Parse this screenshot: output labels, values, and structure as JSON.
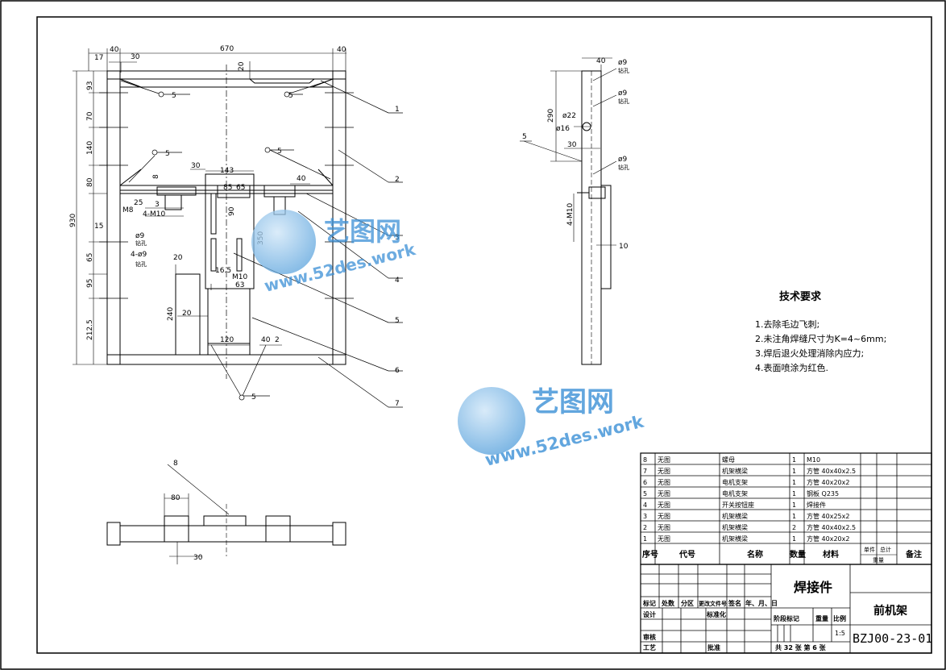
{
  "top_dims": {
    "d17": "17",
    "d40a": "40",
    "d30": "30",
    "d670": "670",
    "d40b": "40",
    "d20": "20"
  },
  "left_dims": {
    "d93": "93",
    "d70": "70",
    "d140": "140",
    "d80": "80",
    "d930": "930",
    "d15": "15",
    "d65": "65",
    "d95": "95",
    "d2125": "212.5"
  },
  "weld_symbols": [
    "5",
    "5",
    "5",
    "5",
    "5"
  ],
  "inner_dims": {
    "d143": "143",
    "d30": "30",
    "d40": "40",
    "d85": "85",
    "d65": "65",
    "d8": "8",
    "d3": "3",
    "d25": "25",
    "m8": "M8",
    "m10x4": "4-M10",
    "d90": "90",
    "d350": "350",
    "d165": "16.5",
    "m10": "M10",
    "d63": "63",
    "d20a": "20",
    "d20b": "20",
    "d240": "240",
    "d120": "120",
    "d40c": "40",
    "d2": "2",
    "hole9": "ø9",
    "hole9_note": "钻孔",
    "hole4x9": "4-ø9",
    "hole4x9_note": "钻孔"
  },
  "callouts": [
    "1",
    "2",
    "3",
    "4",
    "5",
    "6",
    "7",
    "8"
  ],
  "side_view": {
    "d40": "40",
    "h9a": "ø9",
    "h9a_note": "钻孔",
    "h9b": "ø9",
    "h9b_note": "钻孔",
    "d290": "290",
    "d22": "ø22",
    "d16": "ø16",
    "d30": "30",
    "h9c": "ø9",
    "h9c_note": "钻孔",
    "weld": "5",
    "m10": "4-M10",
    "d10": "10"
  },
  "bottom_view": {
    "d80": "80",
    "d30": "30",
    "callout": "8"
  },
  "tech_req": {
    "title": "技术要求",
    "items": [
      "1.去除毛边飞刺;",
      "2.未注角焊缝尺寸为K=4~6mm;",
      "3.焊后退火处理消除内应力;",
      "4.表面喷涂为红色."
    ]
  },
  "watermark": {
    "brand": "艺图网",
    "site": "www.52des.work"
  },
  "bom": {
    "rows": [
      {
        "no": "8",
        "code": "无图",
        "name": "螺母",
        "qty": "1",
        "material": "M10"
      },
      {
        "no": "7",
        "code": "无图",
        "name": "机架横梁",
        "qty": "1",
        "material": "方管 40x40x2.5"
      },
      {
        "no": "6",
        "code": "无图",
        "name": "电机支架",
        "qty": "1",
        "material": "方管 40x20x2"
      },
      {
        "no": "5",
        "code": "无图",
        "name": "电机支架",
        "qty": "1",
        "material": "钢板 Q235"
      },
      {
        "no": "4",
        "code": "无图",
        "name": "开关按钮座",
        "qty": "1",
        "material": "焊接件"
      },
      {
        "no": "3",
        "code": "无图",
        "name": "机架横梁",
        "qty": "1",
        "material": "方管 40x25x2"
      },
      {
        "no": "2",
        "code": "无图",
        "name": "机架横梁",
        "qty": "2",
        "material": "方管 40x40x2.5"
      },
      {
        "no": "1",
        "code": "无图",
        "name": "机架横梁",
        "qty": "1",
        "material": "方管 40x20x2"
      }
    ],
    "headers": {
      "no": "序号",
      "code": "代号",
      "name": "名称",
      "qty": "数量",
      "material": "材料",
      "single": "单件",
      "total": "总计",
      "weight": "重量",
      "remark": "备注"
    }
  },
  "title_block": {
    "part_type": "焊接件",
    "part_name": "前机架",
    "drawing_no": "BZJ00-23-01",
    "scale": "1:5",
    "labels": {
      "mark": "标记",
      "count": "处数",
      "zone": "分区",
      "doc_no": "更改文件号",
      "sign": "签名",
      "date": "年、月、日",
      "design": "设计",
      "standard": "标准化",
      "review": "审核",
      "process": "工艺",
      "approve": "批准",
      "stage": "阶段标记",
      "weight": "重量",
      "ratio": "比例",
      "sheets": "共 32 张  第 6 张"
    }
  }
}
